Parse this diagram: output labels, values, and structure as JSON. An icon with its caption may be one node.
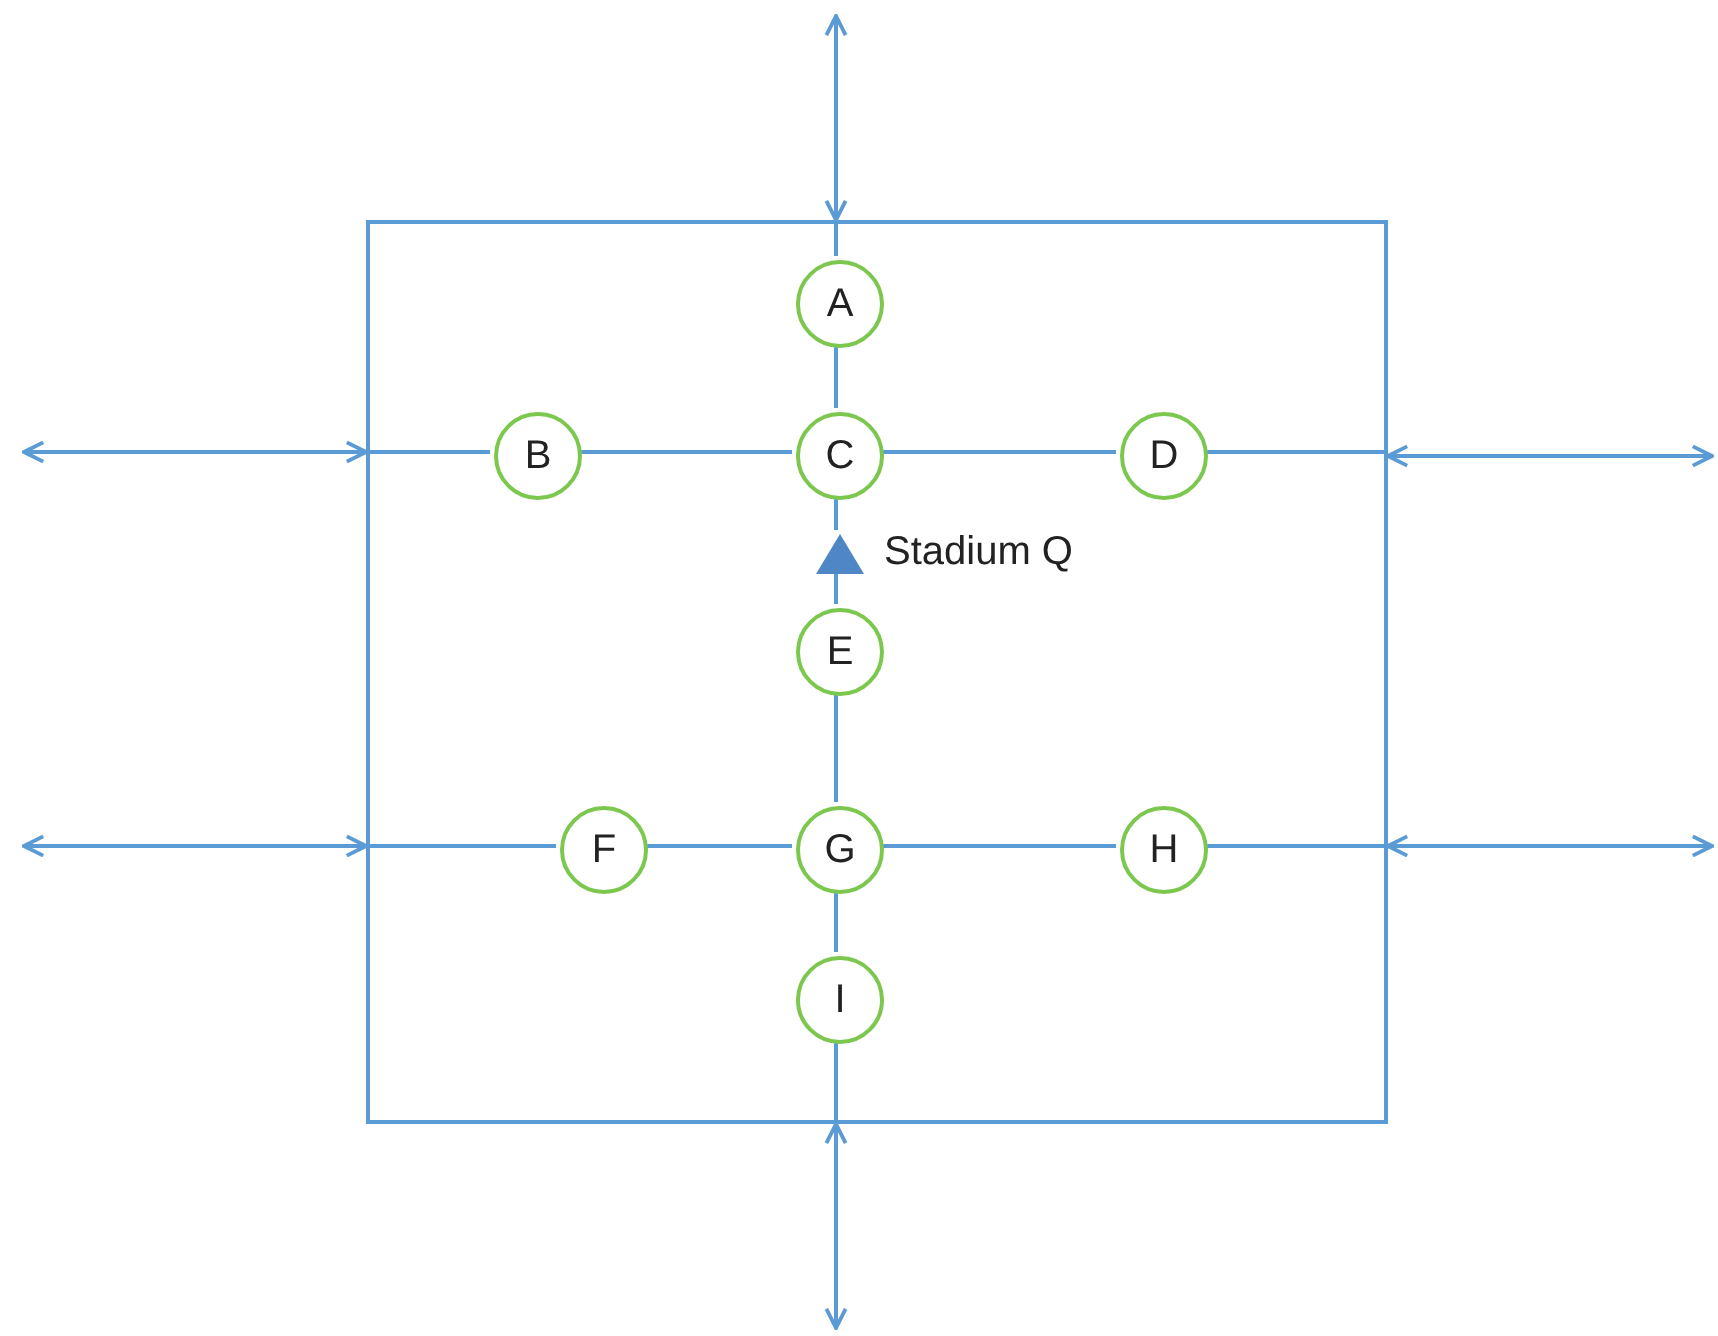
{
  "diagram": {
    "nodes": [
      {
        "text": [],
        "shape": "box"
      },
      {
        "text": [
          "A"
        ],
        "in": 0
      },
      {
        "text": [
          "B"
        ],
        "in": 0
      },
      {
        "text": [
          "C"
        ],
        "in": 0
      },
      {
        "text": [
          "D"
        ],
        "in": 0
      },
      {
        "text": [],
        "shape": "triangle",
        "beside": [
          "Stadium Q"
        ],
        "in": 0
      },
      {
        "text": [
          "E"
        ],
        "in": 0
      },
      {
        "text": [
          "F"
        ],
        "in": 0
      },
      {
        "text": [
          "G"
        ],
        "in": 0
      },
      {
        "text": [
          "H"
        ],
        "in": 0
      },
      {
        "text": [
          "I"
        ],
        "in": 0
      }
    ],
    "edges": [
      {
        "from": null,
        "to": 0,
        "arrow": "both"
      },
      {
        "from": 0,
        "to": 1,
        "arrow": "none"
      },
      {
        "from": 1,
        "to": 3,
        "arrow": "none"
      },
      {
        "from": 3,
        "to": 5,
        "arrow": "none"
      },
      {
        "from": 5,
        "to": 6,
        "arrow": "none"
      },
      {
        "from": 6,
        "to": 8,
        "arrow": "none"
      },
      {
        "from": 8,
        "to": 10,
        "arrow": "none"
      },
      {
        "from": 10,
        "to": 0,
        "arrow": "none"
      },
      {
        "from": 0,
        "to": null,
        "arrow": "both"
      },
      {
        "from": null,
        "to": 0,
        "arrow": "both"
      },
      {
        "from": 0,
        "to": 2,
        "arrow": "none"
      },
      {
        "from": 2,
        "to": 3,
        "arrow": "none"
      },
      {
        "from": 3,
        "to": 4,
        "arrow": "none"
      },
      {
        "from": 4,
        "to": 0,
        "arrow": "none"
      },
      {
        "from": 0,
        "to": null,
        "arrow": "both"
      },
      {
        "from": null,
        "to": 0,
        "arrow": "both"
      },
      {
        "from": 0,
        "to": 7,
        "arrow": "none"
      },
      {
        "from": 7,
        "to": 8,
        "arrow": "none"
      },
      {
        "from": 8,
        "to": 9,
        "arrow": "none"
      },
      {
        "from": 9,
        "to": 0,
        "arrow": "none"
      },
      {
        "from": 0,
        "to": null,
        "arrow": "both"
      }
    ]
  }
}
